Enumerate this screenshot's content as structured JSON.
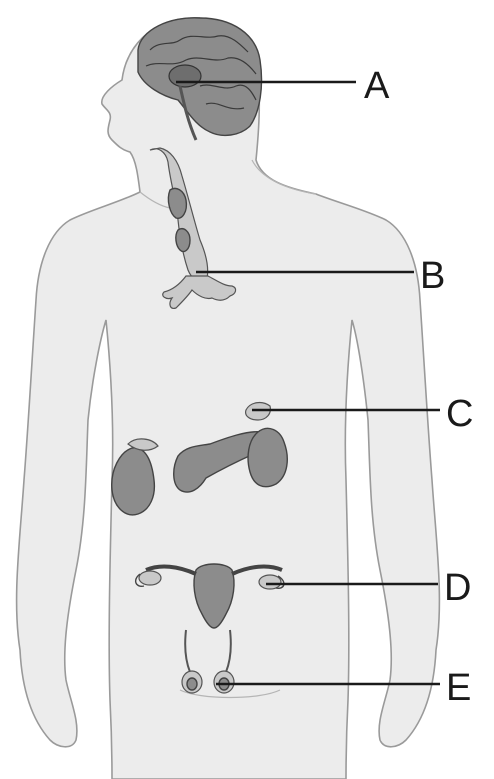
{
  "labels": {
    "a": "A",
    "b": "B",
    "c": "C",
    "d": "D",
    "e": "E"
  },
  "colors": {
    "body_fill": "#ececec",
    "body_outline": "#9a9a9a",
    "organ": "#8c8c8c",
    "line": "#1a1a1a"
  }
}
